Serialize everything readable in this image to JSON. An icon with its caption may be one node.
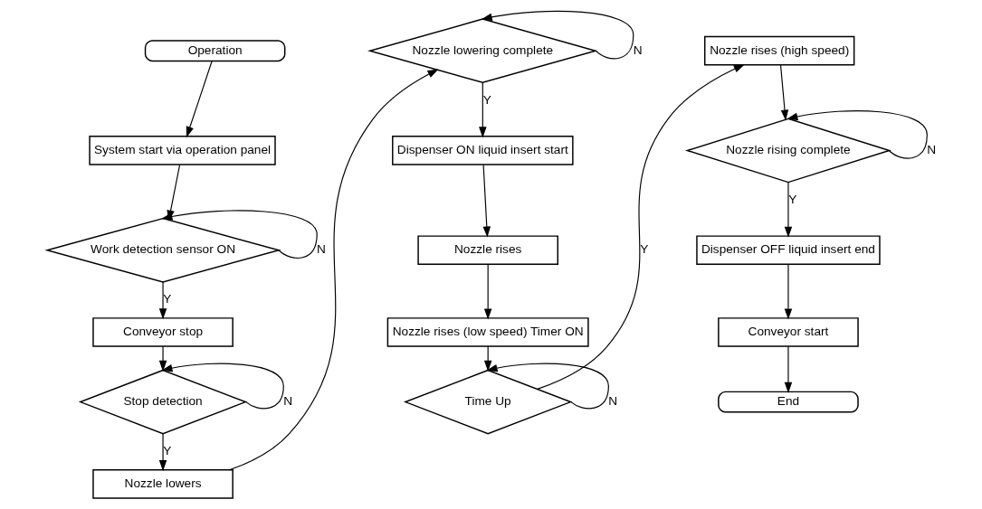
{
  "diagram": {
    "nodes": [
      {
        "text": [
          "Operation"
        ]
      },
      {
        "text": [
          "System start via operation panel"
        ]
      },
      {
        "text": [
          "Work detection sensor ON"
        ]
      },
      {
        "text": [
          "Conveyor stop"
        ]
      },
      {
        "text": [
          "Stop detection"
        ]
      },
      {
        "text": [
          "Nozzle lowers"
        ]
      },
      {
        "text": [
          "Nozzle lowering complete"
        ]
      },
      {
        "text": [
          "Dispenser ON liquid insert start"
        ]
      },
      {
        "text": [
          "Nozzle rises"
        ]
      },
      {
        "text": [
          "Nozzle rises (low speed) Timer ON"
        ]
      },
      {
        "text": [
          "Time Up"
        ]
      },
      {
        "text": [
          "Nozzle rises (high speed)"
        ]
      },
      {
        "text": [
          "Nozzle rising complete"
        ]
      },
      {
        "text": [
          "Dispenser OFF liquid insert end"
        ]
      },
      {
        "text": [
          "Conveyor start"
        ]
      },
      {
        "text": [
          "End"
        ]
      }
    ],
    "edges": [
      {
        "from": 0,
        "to": 1,
        "arrow": "to"
      },
      {
        "from": 1,
        "to": 2,
        "arrow": "to"
      },
      {
        "from": 2,
        "to": 2,
        "arrow": "to",
        "label": "N"
      },
      {
        "from": 2,
        "to": 3,
        "arrow": "to",
        "label": "Y"
      },
      {
        "from": 3,
        "to": 4,
        "arrow": "to"
      },
      {
        "from": 4,
        "to": 4,
        "arrow": "to",
        "label": "N"
      },
      {
        "from": 4,
        "to": 5,
        "arrow": "to",
        "label": "Y"
      },
      {
        "from": 5,
        "to": 6,
        "arrow": "to"
      },
      {
        "from": 6,
        "to": 6,
        "arrow": "to",
        "label": "N"
      },
      {
        "from": 6,
        "to": 7,
        "arrow": "to",
        "label": "Y"
      },
      {
        "from": 7,
        "to": 8,
        "arrow": "to"
      },
      {
        "from": 8,
        "to": 9,
        "arrow": "to"
      },
      {
        "from": 9,
        "to": 10,
        "arrow": "to"
      },
      {
        "from": 10,
        "to": 10,
        "arrow": "to",
        "label": "N"
      },
      {
        "from": 10,
        "to": 11,
        "arrow": "to",
        "label": "Y"
      },
      {
        "from": 11,
        "to": 12,
        "arrow": "to"
      },
      {
        "from": 12,
        "to": 12,
        "arrow": "to",
        "label": "N"
      },
      {
        "from": 12,
        "to": 13,
        "arrow": "to",
        "label": "Y"
      },
      {
        "from": 13,
        "to": 14,
        "arrow": "to"
      },
      {
        "from": 14,
        "to": 15,
        "arrow": "to"
      }
    ]
  }
}
